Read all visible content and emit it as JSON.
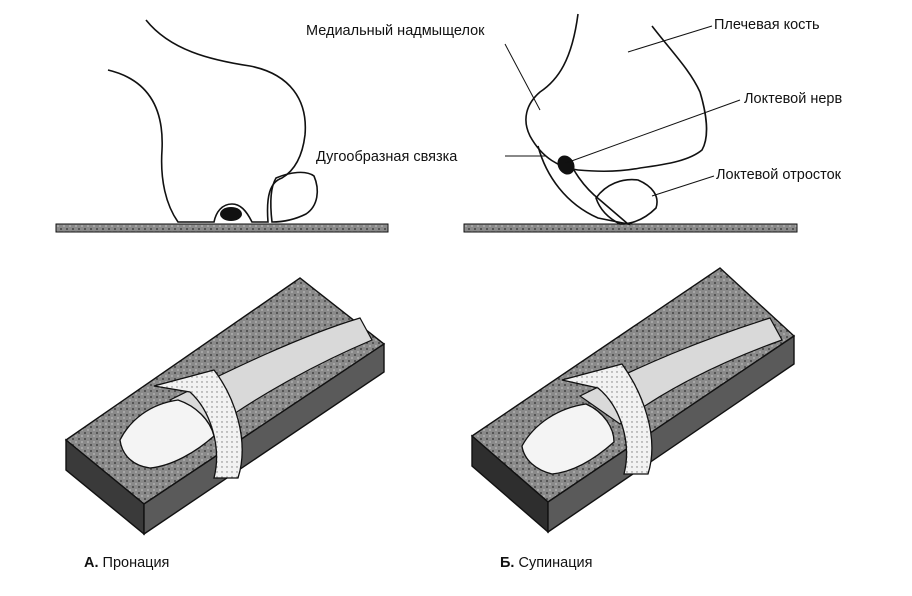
{
  "labels": {
    "medial_epicondyle": "Медиальный надмыщелок",
    "humerus": "Плечевая кость",
    "ulnar_nerve": "Локтевой нерв",
    "arcuate_ligament": "Дугообразная связка",
    "olecranon": "Локтевой отросток"
  },
  "captions": {
    "a_letter": "А.",
    "a_text": "Пронация",
    "b_letter": "Б.",
    "b_text": "Супинация"
  },
  "colors": {
    "ink": "#111111",
    "board": "#6e6e6e",
    "board_dark": "#3a3a3a",
    "bandage": "#e6e6e6"
  }
}
